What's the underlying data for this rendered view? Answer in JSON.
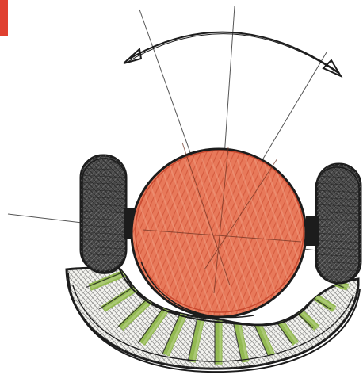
{
  "illustration": {
    "subject": "ball-in-saddle-sketch",
    "colors": {
      "paper": "#ffffff",
      "ball_fill": "#e8795a",
      "ball_light": "#f2a488",
      "ball_hatch": "#c8492f",
      "ink": "#1c1c1c",
      "roller_fill": "#4b4b4b",
      "roller_hatch": "#2a2a2a",
      "cradle_green": "#8fb84a",
      "cradle_light": "#b5cf84",
      "red_corner": "#e04030",
      "construction_line": "#555555"
    },
    "icons": {
      "arc_arrow_left": "triangle-arrowhead",
      "arc_arrow_right": "triangle-arrowhead"
    }
  }
}
